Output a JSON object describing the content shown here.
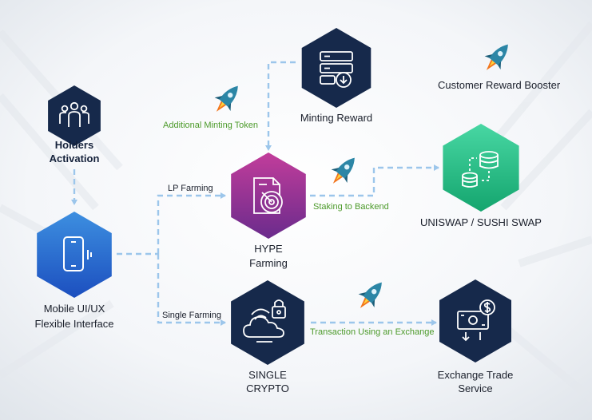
{
  "colors": {
    "navy": "#16294b",
    "blue_top": "#3d8fe0",
    "blue_bottom": "#1c4fbf",
    "magenta_top": "#c23d9b",
    "magenta_bottom": "#6a2b8c",
    "green_top": "#48d7a3",
    "green_bottom": "#14a56e",
    "dash": "#9cc6eb",
    "edge_green": "#4c9a2a",
    "rocket_teal": "#2c86a6",
    "rocket_flame": "#f2751d"
  },
  "nodes": {
    "holders": {
      "label_1": "Holders",
      "label_2": "Activation",
      "icon": "group-users-icon"
    },
    "minting": {
      "label": "Minting Reward",
      "icon": "server-download-icon"
    },
    "hype": {
      "label_1": "HYPE",
      "label_2": "Farming",
      "icon": "document-target-icon"
    },
    "mobile": {
      "label_1": "Mobile UI/UX",
      "label_2": "Flexible Interface",
      "icon": "smartphone-icon"
    },
    "single": {
      "label_1": "SINGLE",
      "label_2": "CRYPTO",
      "icon": "cloud-lock-icon"
    },
    "uniswap": {
      "label": "UNISWAP / SUSHI SWAP",
      "icon": "database-transfer-icon"
    },
    "exchange": {
      "label_1": "Exchange Trade",
      "label_2": "Service",
      "icon": "exchange-money-icon"
    }
  },
  "edges": {
    "lp_farming": "LP Farming",
    "single_farming": "Single Farming",
    "additional_minting": "Additional Minting Token",
    "staking": "Staking to Backend",
    "transaction": "Transaction Using an Exchange"
  },
  "booster": {
    "label": "Customer Reward Booster",
    "icon": "rocket-icon"
  }
}
